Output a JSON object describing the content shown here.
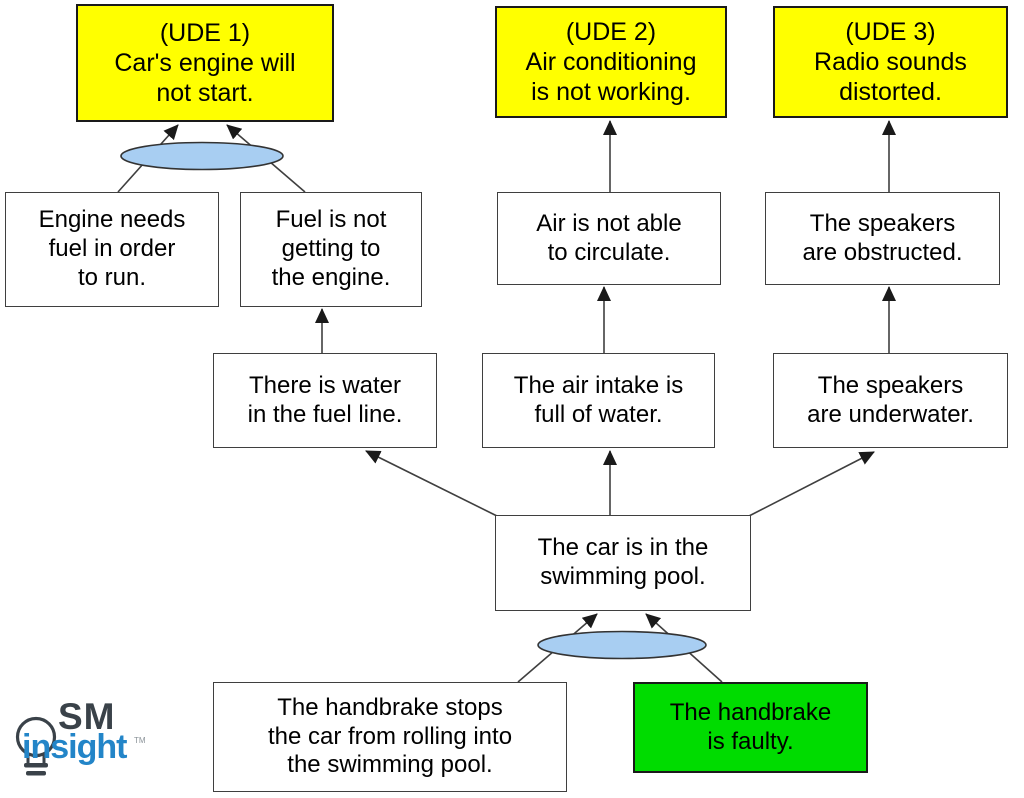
{
  "diagram_type": "current-reality-tree",
  "colors": {
    "ude_fill": "#ffff00",
    "cause_fill": "#ffffff",
    "root_cause_fill": "#00dc00",
    "and_ellipse_fill": "#a8cef2",
    "line": "#3f3f3f",
    "logo_dark": "#3a4249",
    "logo_blue": "#2385c8"
  },
  "nodes": {
    "ude1": {
      "type": "ude",
      "label": "(UDE 1)\nCar's engine will\nnot start."
    },
    "ude2": {
      "type": "ude",
      "label": "(UDE 2)\nAir conditioning\nis not working."
    },
    "ude3": {
      "type": "ude",
      "label": "(UDE 3)\nRadio sounds\ndistorted."
    },
    "engine_needs_fuel": {
      "type": "cause",
      "label": "Engine needs\nfuel in order\nto run."
    },
    "fuel_not_getting": {
      "type": "cause",
      "label": "Fuel is not\ngetting to\nthe engine."
    },
    "air_not_circulate": {
      "type": "cause",
      "label": "Air is not able\nto circulate."
    },
    "speakers_obstructed": {
      "type": "cause",
      "label": "The speakers\nare obstructed."
    },
    "water_fuel_line": {
      "type": "cause",
      "label": "There is water\nin the fuel line."
    },
    "air_intake_water": {
      "type": "cause",
      "label": "The air intake is\nfull of water."
    },
    "speakers_underwater": {
      "type": "cause",
      "label": "The speakers\nare underwater."
    },
    "car_in_pool": {
      "type": "cause",
      "label": "The car is in the\nswimming pool."
    },
    "handbrake_stops": {
      "type": "cause",
      "label": "The handbrake stops\nthe car from rolling into\nthe swimming pool."
    },
    "handbrake_faulty": {
      "type": "root_cause",
      "label": "The handbrake\nis faulty."
    }
  },
  "edges": [
    {
      "from": "engine_needs_fuel",
      "to": "ude1",
      "via": "and_junction_1"
    },
    {
      "from": "fuel_not_getting",
      "to": "ude1",
      "via": "and_junction_1"
    },
    {
      "from": "air_not_circulate",
      "to": "ude2"
    },
    {
      "from": "speakers_obstructed",
      "to": "ude3"
    },
    {
      "from": "water_fuel_line",
      "to": "fuel_not_getting"
    },
    {
      "from": "air_intake_water",
      "to": "air_not_circulate"
    },
    {
      "from": "speakers_underwater",
      "to": "speakers_obstructed"
    },
    {
      "from": "car_in_pool",
      "to": "water_fuel_line"
    },
    {
      "from": "car_in_pool",
      "to": "air_intake_water"
    },
    {
      "from": "car_in_pool",
      "to": "speakers_underwater"
    },
    {
      "from": "handbrake_stops",
      "to": "car_in_pool",
      "via": "and_junction_2"
    },
    {
      "from": "handbrake_faulty",
      "to": "car_in_pool",
      "via": "and_junction_2"
    }
  ],
  "logo": {
    "sm": "SM",
    "insight": "insight",
    "trademark": "TM"
  }
}
